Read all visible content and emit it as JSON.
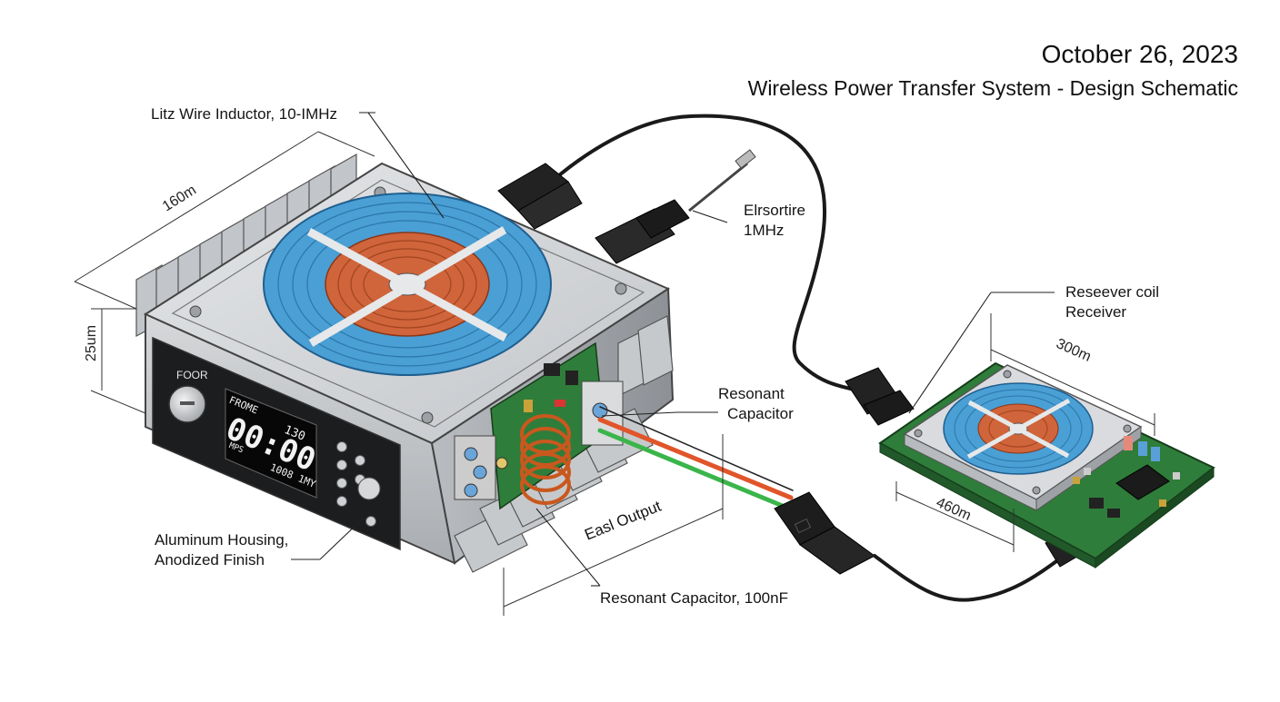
{
  "header": {
    "date": "October 26, 2023",
    "subtitle": "Wireless Power Transfer System - Design Schematic"
  },
  "callouts": {
    "litz_inductor": "Litz Wire Inductor, 10-IMHz",
    "elsortire": [
      "Elrsortire",
      "1MHz"
    ],
    "receiver_coil": [
      "Reseever coil",
      "Receiver"
    ],
    "resonant_capacitor_right": [
      "Resonant",
      "Capacitor"
    ],
    "aluminum_housing": [
      "Aluminum Housing,",
      "Anodized Finish"
    ],
    "resonant_capacitor_bottom": "Resonant Capacitor, 100nF",
    "east_output": "Easl Output"
  },
  "dimensions": {
    "transmitter_width": "160m",
    "transmitter_height": "25um",
    "receiver_width": "300m",
    "receiver_depth": "460m"
  },
  "front_panel": {
    "knob_label": "FOOR",
    "lcd_top": "FROME",
    "lcd_time": "00:00",
    "lcd_value": "130",
    "lcd_unit": "MPS",
    "lcd_bottom": "1008 1MY"
  },
  "colors": {
    "housing": "#c9ccd0",
    "coil_outer": "#4a9fd4",
    "coil_inner": "#d0643a",
    "pcb": "#2f7d3a",
    "cable": "#1a1a1a",
    "wire_red": "#e0552a",
    "wire_green": "#3ab54a"
  }
}
